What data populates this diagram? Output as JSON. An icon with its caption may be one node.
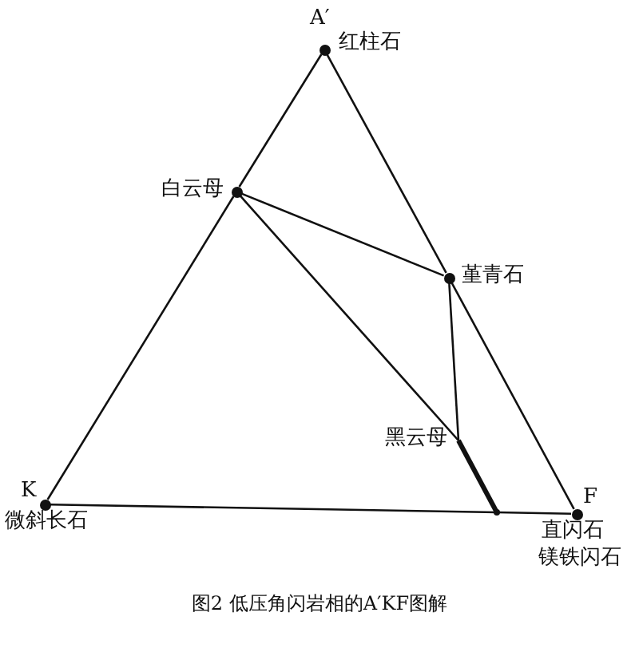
{
  "diagram": {
    "caption": "图2 低压角闪岩相的A′KF图解",
    "nodes": [
      {
        "text": [
          "A′",
          "红柱石"
        ]
      },
      {
        "text": [
          "白云母"
        ]
      },
      {
        "text": [
          "堇青石"
        ]
      },
      {
        "text": [
          "黑云母"
        ]
      },
      {
        "text": [
          "K",
          "微斜长石"
        ]
      },
      {
        "text": [
          "F",
          "直闪石",
          "镁铁闪石"
        ]
      },
      {
        "text": [],
        "shape": "point"
      }
    ],
    "edges": [
      {
        "from": 0,
        "to": 1,
        "arrow": "none"
      },
      {
        "from": 1,
        "to": 4,
        "arrow": "none"
      },
      {
        "from": 0,
        "to": 2,
        "arrow": "none"
      },
      {
        "from": 2,
        "to": 5,
        "arrow": "none"
      },
      {
        "from": 4,
        "to": 6,
        "arrow": "none"
      },
      {
        "from": 6,
        "to": 5,
        "arrow": "none"
      },
      {
        "from": 1,
        "to": 2,
        "arrow": "none"
      },
      {
        "from": 1,
        "to": 3,
        "arrow": "none"
      },
      {
        "from": 2,
        "to": 3,
        "arrow": "none"
      },
      {
        "from": 3,
        "to": 6,
        "arrow": "none",
        "style": "thick"
      }
    ]
  }
}
